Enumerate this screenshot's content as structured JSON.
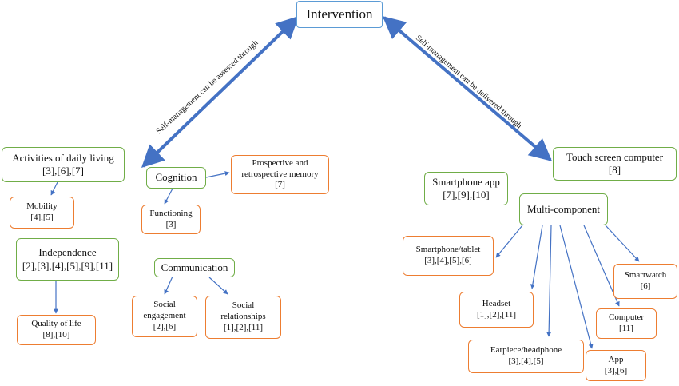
{
  "root": {
    "label": "Intervention"
  },
  "edges": {
    "assessed": "Self-management can be assessed through",
    "delivered": "Self-management can be delivered through"
  },
  "assessment": {
    "adl": {
      "label": "Activities of daily living",
      "refs": "[3],[6],[7]"
    },
    "mobility": {
      "label": "Mobility",
      "refs": "[4],[5]"
    },
    "independence": {
      "label": "Independence",
      "refs": "[2],[3],[4],[5],[9],[11]"
    },
    "quality_of_life": {
      "label": "Quality of life",
      "refs": "[8],[10]"
    },
    "cognition": {
      "label": "Cognition"
    },
    "memory": {
      "label_line1": "Prospective and",
      "label_line2": "retrospective memory",
      "refs": "[7]"
    },
    "functioning": {
      "label": "Functioning",
      "refs": "[3]"
    },
    "communication": {
      "label": "Communication"
    },
    "social_engagement": {
      "label_line1": "Social",
      "label_line2": "engagement",
      "refs": "[2],[6]"
    },
    "social_relationships": {
      "label_line1": "Social",
      "label_line2": "relationships",
      "refs": "[1],[2],[11]"
    }
  },
  "delivery": {
    "touch_screen": {
      "label": "Touch screen computer",
      "refs": "[8]"
    },
    "smartphone_app": {
      "label": "Smartphone app",
      "refs": "[7],[9],[10]"
    },
    "multi_component": {
      "label": "Multi-component"
    },
    "smartphone_tablet": {
      "label": "Smartphone/tablet",
      "refs": "[3],[4],[5],[6]"
    },
    "headset": {
      "label": "Headset",
      "refs": "[1],[2],[11]"
    },
    "earpiece": {
      "label": "Earpiece/headphone",
      "refs": "[3],[4],[5]"
    },
    "app": {
      "label": "App",
      "refs": "[3],[6]"
    },
    "computer": {
      "label": "Computer",
      "refs": "[11]"
    },
    "smartwatch": {
      "label": "Smartwatch",
      "refs": "[6]"
    }
  },
  "colors": {
    "arrow": "#4472c4",
    "green_border": "#70ad47",
    "orange_border": "#ed7d31",
    "root_border": "#5b9bd5"
  }
}
